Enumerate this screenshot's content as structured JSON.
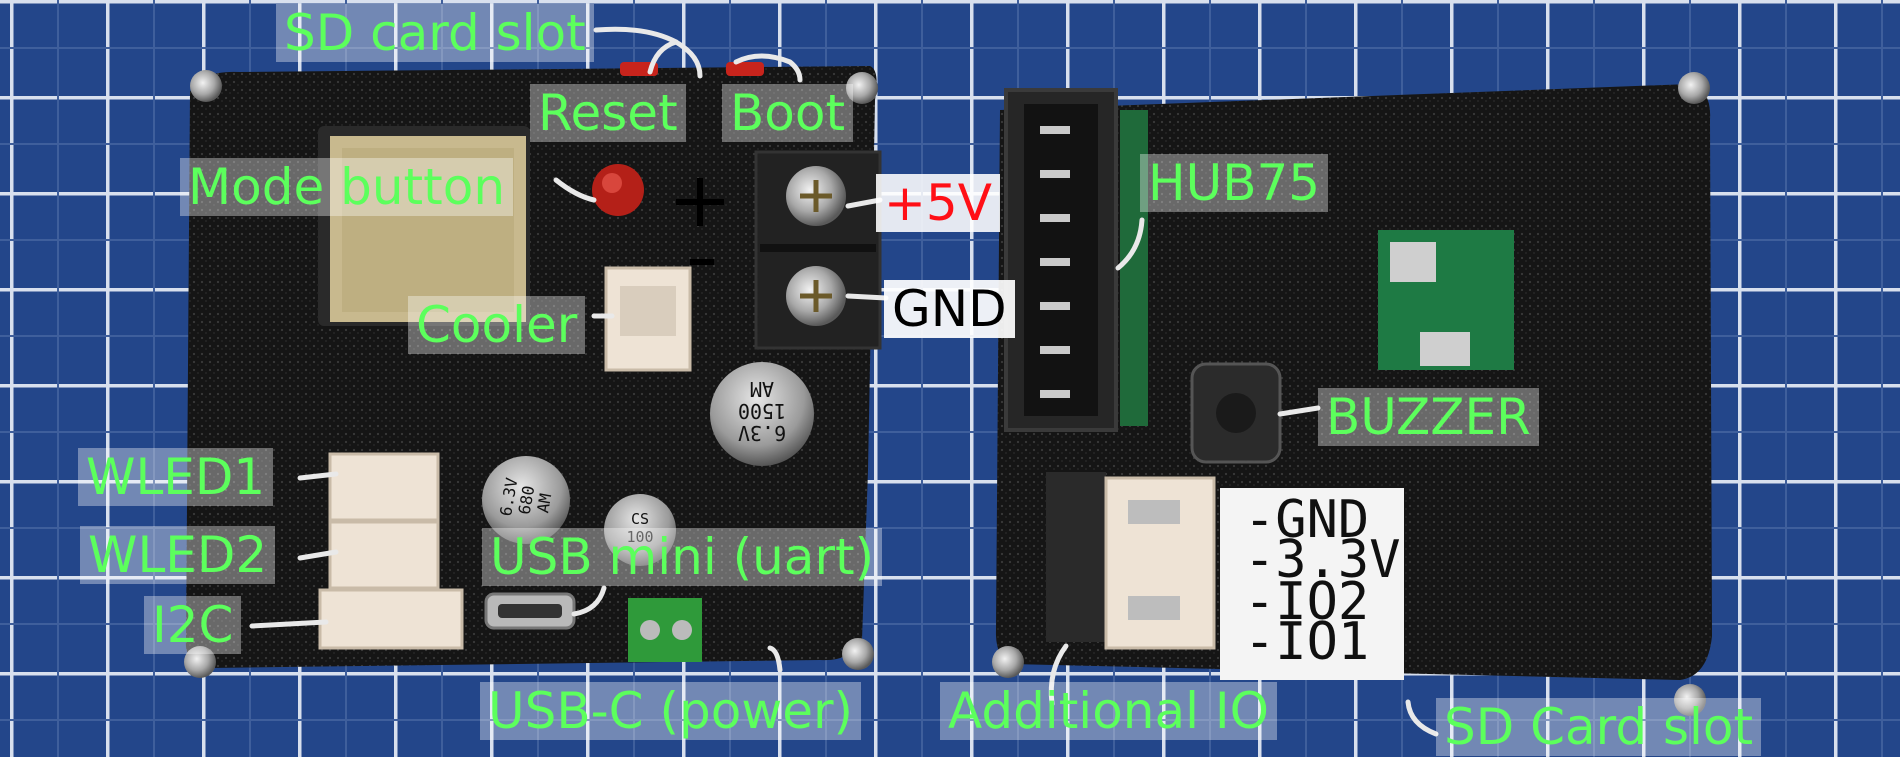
{
  "labels": {
    "sd_card_slot_top": "SD card slot",
    "reset": "Reset",
    "boot": "Boot",
    "mode_button": "Mode button",
    "plus5v": "+5V",
    "gnd": "GND",
    "cooler": "Cooler",
    "hub75": "HUB75",
    "buzzer": "BUZZER",
    "wled1": "WLED1",
    "wled2": "WLED2",
    "i2c": "I2C",
    "usb_mini": "USB mini (uart)",
    "usb_c": "USB-C (power)",
    "additional_io": "Additional IO",
    "sd_card_slot_bottom": "SD Card slot"
  },
  "io_sticker": {
    "line1": "-GND",
    "line2": "-3.3V",
    "line3": "-IO2",
    "line4": "-IO1"
  },
  "component_markings": {
    "cap_large": [
      "6.3V",
      "1500",
      "AM"
    ],
    "cap_mid": [
      "6.3V",
      "680",
      "AM"
    ],
    "cap_small": [
      "CS",
      "100"
    ]
  },
  "colors": {
    "label_text": "#5cff5c",
    "label_plus5v": "#ff0f16",
    "label_gnd": "#000000",
    "background_mat": "#1f3f7a",
    "case": "#141414"
  }
}
